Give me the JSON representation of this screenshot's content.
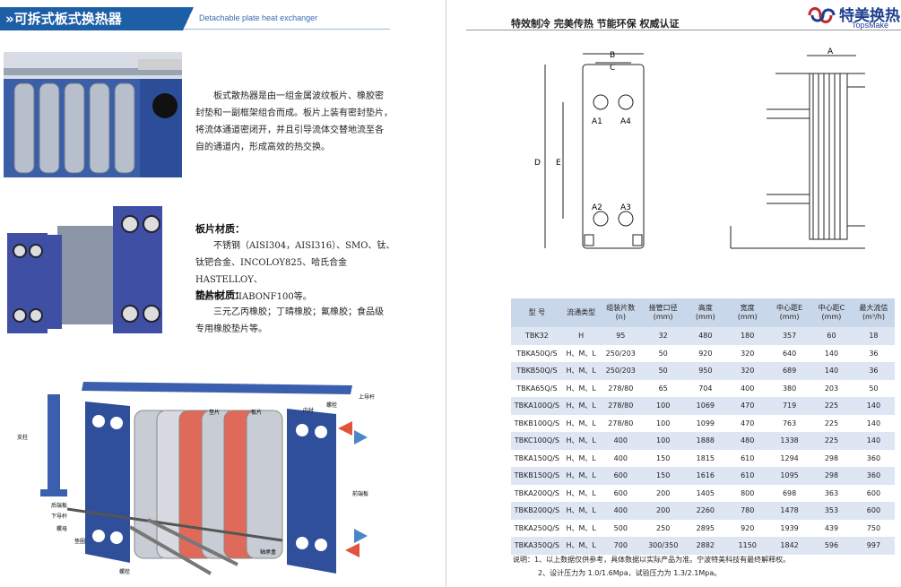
{
  "left_page": {
    "title": "»可拆式板式换热器",
    "subtitle_en": "Detachable plate heat exchanger",
    "intro": [
      "板式散热器是由一组金属波纹板片、橡胶密",
      "封垫和一副框架组合而成。板片上装有密封垫片，",
      "将流体通道密闭开，并且引导流体交替地流至各",
      "自的通道内，形成高效的热交换。"
    ],
    "plate_material_heading": "板片材质：",
    "plate_material_lines": [
      "不锈钢（AISI304，AISI316）、SMO、钛、",
      "钛钯合金、INCOLOY825、哈氏合金HASTELLOY、",
      "石墨板、DIABONF100等。"
    ],
    "gasket_material_heading": "垫片材质：",
    "gasket_material_lines": [
      "三元乙丙橡胶；丁晴橡胶；氟橡胶；食品级",
      "专用橡胶垫片等。"
    ],
    "diagram_labels": {
      "upper_guide": "上导杆",
      "column": "支柱",
      "gasket": "垫片",
      "plate": "板片",
      "liner": "内衬",
      "bolt_top": "螺栓",
      "front_plate": "前端板",
      "rear_plate": "后端板",
      "lower_guide": "下导杆",
      "nut": "螺母",
      "washer": "垫圈",
      "bearing_box": "轴承盒",
      "bolt_bottom": "螺栓"
    }
  },
  "right_page": {
    "slogan": "特效制冷  完美传热  节能环保  权威认证",
    "brand_cn": "特美换热",
    "brand_en": "TopsMake",
    "dim_labels": {
      "B": "B",
      "C": "C",
      "D": "D",
      "E": "E",
      "A": "A",
      "A1": "A1",
      "A2": "A2",
      "A3": "A3",
      "A4": "A4"
    },
    "table": {
      "headers": [
        "型  号",
        "流通类型",
        "组装片数\n(n)",
        "接管口径\n(mm)",
        "高度\n(mm)",
        "宽度\n(mm)",
        "中心距E\n(mm)",
        "中心距C\n(mm)",
        "最大流信\n(m³/h)"
      ],
      "rows": [
        [
          "TBK32",
          "H",
          "95",
          "32",
          "480",
          "180",
          "357",
          "60",
          "18"
        ],
        [
          "TBKA50Q/S",
          "H、M、L",
          "250/203",
          "50",
          "920",
          "320",
          "640",
          "140",
          "36"
        ],
        [
          "TBKB50Q/S",
          "H、M、L",
          "250/203",
          "50",
          "950",
          "320",
          "689",
          "140",
          "36"
        ],
        [
          "TBKA65Q/S",
          "H、M、L",
          "278/80",
          "65",
          "704",
          "400",
          "380",
          "203",
          "50"
        ],
        [
          "TBKA100Q/S",
          "H、M、L",
          "278/80",
          "100",
          "1069",
          "470",
          "719",
          "225",
          "140"
        ],
        [
          "TBKB100Q/S",
          "H、M、L",
          "278/80",
          "100",
          "1099",
          "470",
          "763",
          "225",
          "140"
        ],
        [
          "TBKC100Q/S",
          "H、M、L",
          "400",
          "100",
          "1888",
          "480",
          "1338",
          "225",
          "140"
        ],
        [
          "TBKA150Q/S",
          "H、M、L",
          "400",
          "150",
          "1815",
          "610",
          "1294",
          "298",
          "360"
        ],
        [
          "TBKB150Q/S",
          "H、M、L",
          "600",
          "150",
          "1616",
          "610",
          "1095",
          "298",
          "360"
        ],
        [
          "TBKA200Q/S",
          "H、M、L",
          "600",
          "200",
          "1405",
          "800",
          "698",
          "363",
          "600"
        ],
        [
          "TBKB200Q/S",
          "H、M、L",
          "400",
          "200",
          "2260",
          "780",
          "1478",
          "353",
          "600"
        ],
        [
          "TBKA250Q/S",
          "H、M、L",
          "500",
          "250",
          "2895",
          "920",
          "1939",
          "439",
          "750"
        ],
        [
          "TBKA350Q/S",
          "H、M、L",
          "700",
          "300/350",
          "2882",
          "1150",
          "1842",
          "596",
          "997"
        ]
      ]
    },
    "note1": "说明：1、以上数据仅供参考，具体数据以实际产品为准。宁波特美科技有最终解释权。",
    "note2": "2、设计压力为 1.0/1.6Mpa，试验压力为 1.3/2.1Mpa。"
  },
  "colors": {
    "header_blue": "#1d5fa6",
    "table_header": "#c9d7ea",
    "table_stripe": "#dde6f2",
    "frame_blue": "#2f4f9a"
  }
}
